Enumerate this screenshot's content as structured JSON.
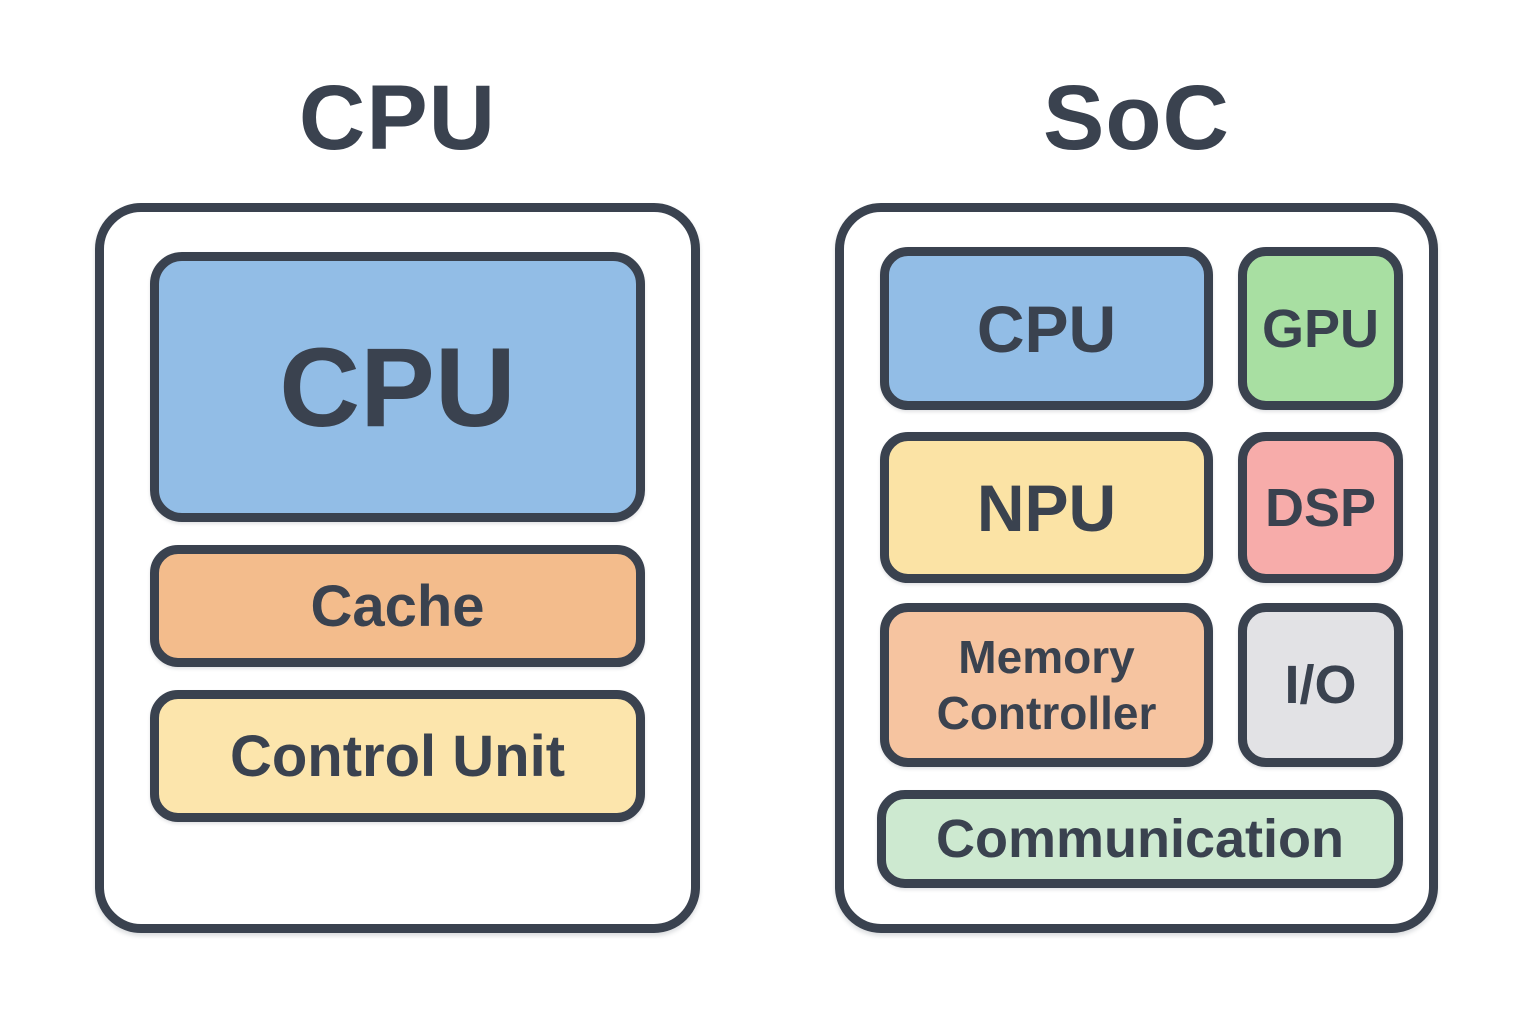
{
  "colors": {
    "outline_ink": "#3a424f",
    "canvas_background": "#ffffff",
    "blue": "#92bde6",
    "orange": "#f3bc8c",
    "light_orange": "#f6c4a0",
    "yellow": "#fce5ac",
    "pale_yellow": "#fbe3a5",
    "green": "#a8dfa2",
    "pink": "#f7acaa",
    "gray": "#e2e2e5",
    "light_green": "#cde9d0"
  },
  "left_panel": {
    "title": "CPU",
    "boxes": [
      {
        "label": "CPU",
        "color": "#92bde6"
      },
      {
        "label": "Cache",
        "color": "#f3bc8c"
      },
      {
        "label": "Control Unit",
        "color": "#fce5ac"
      }
    ]
  },
  "right_panel": {
    "title": "SoC",
    "boxes": [
      {
        "label": "CPU",
        "color": "#92bde6"
      },
      {
        "label": "GPU",
        "color": "#a8dfa2"
      },
      {
        "label": "NPU",
        "color": "#fbe3a5"
      },
      {
        "label": "DSP",
        "color": "#f7acaa"
      },
      {
        "label": "Memory Controller",
        "color": "#f6c4a0"
      },
      {
        "label": "I/O",
        "color": "#e2e2e5"
      },
      {
        "label": "Communication",
        "color": "#cde9d0"
      }
    ]
  }
}
